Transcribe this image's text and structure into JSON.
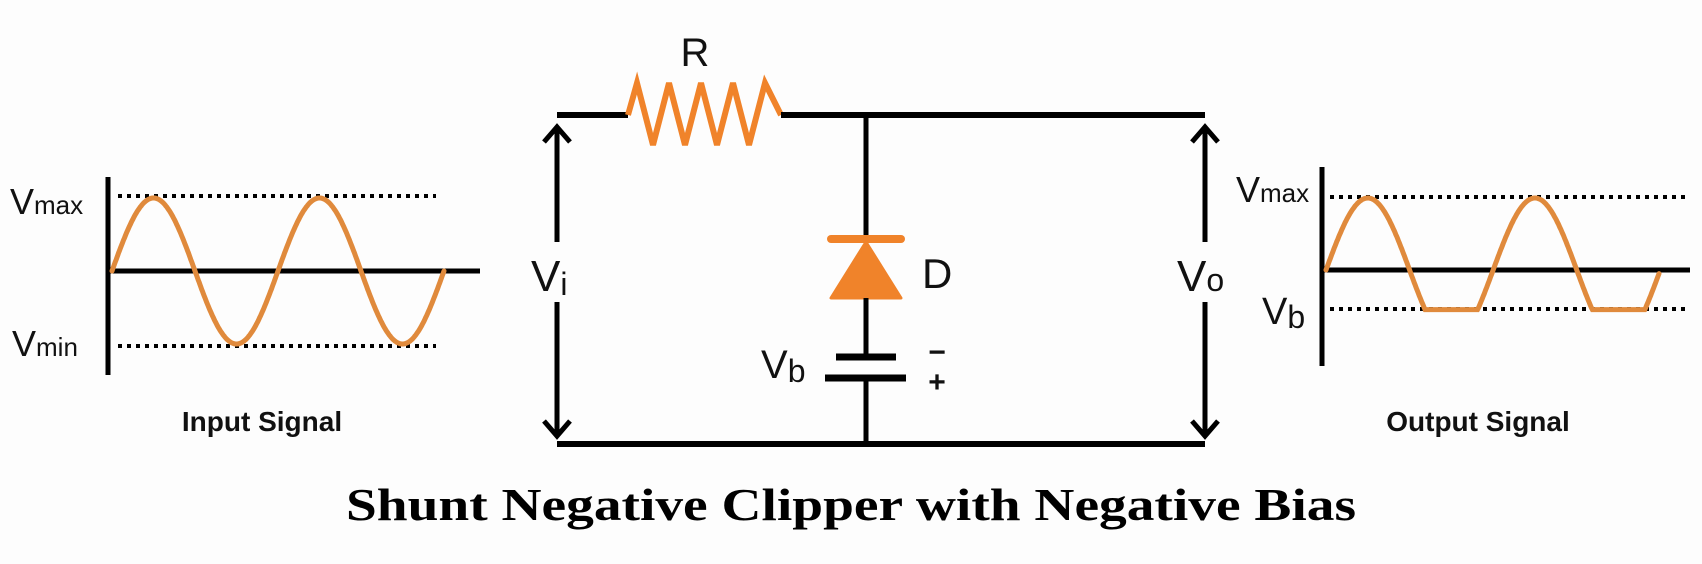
{
  "title": "Shunt Negative Clipper with Negative Bias",
  "colors": {
    "component": "#f0832a",
    "waveform": "#e08a3c",
    "wire": "#000000",
    "background": "#fdfdfd"
  },
  "circuit": {
    "resistor_label": "R",
    "diode_label": "D",
    "battery": {
      "label_main": "V",
      "label_sub": "b",
      "top_terminal": "−",
      "bottom_terminal": "+"
    },
    "input_voltage": {
      "main": "V",
      "sub": "i"
    },
    "output_voltage": {
      "main": "V",
      "sub": "o"
    }
  },
  "input_signal": {
    "caption": "Input Signal",
    "vmax": {
      "main": "V",
      "sub": "max"
    },
    "vmin": {
      "main": "V",
      "sub": "min"
    },
    "cycles": 2,
    "amplitude_fraction": 1.0,
    "clip_level_fraction": null
  },
  "output_signal": {
    "caption": "Output Signal",
    "vmax": {
      "main": "V",
      "sub": "max"
    },
    "vb": {
      "main": "V",
      "sub": "b"
    },
    "cycles": 2,
    "amplitude_fraction": 1.0,
    "clip_level_fraction": -0.55
  }
}
